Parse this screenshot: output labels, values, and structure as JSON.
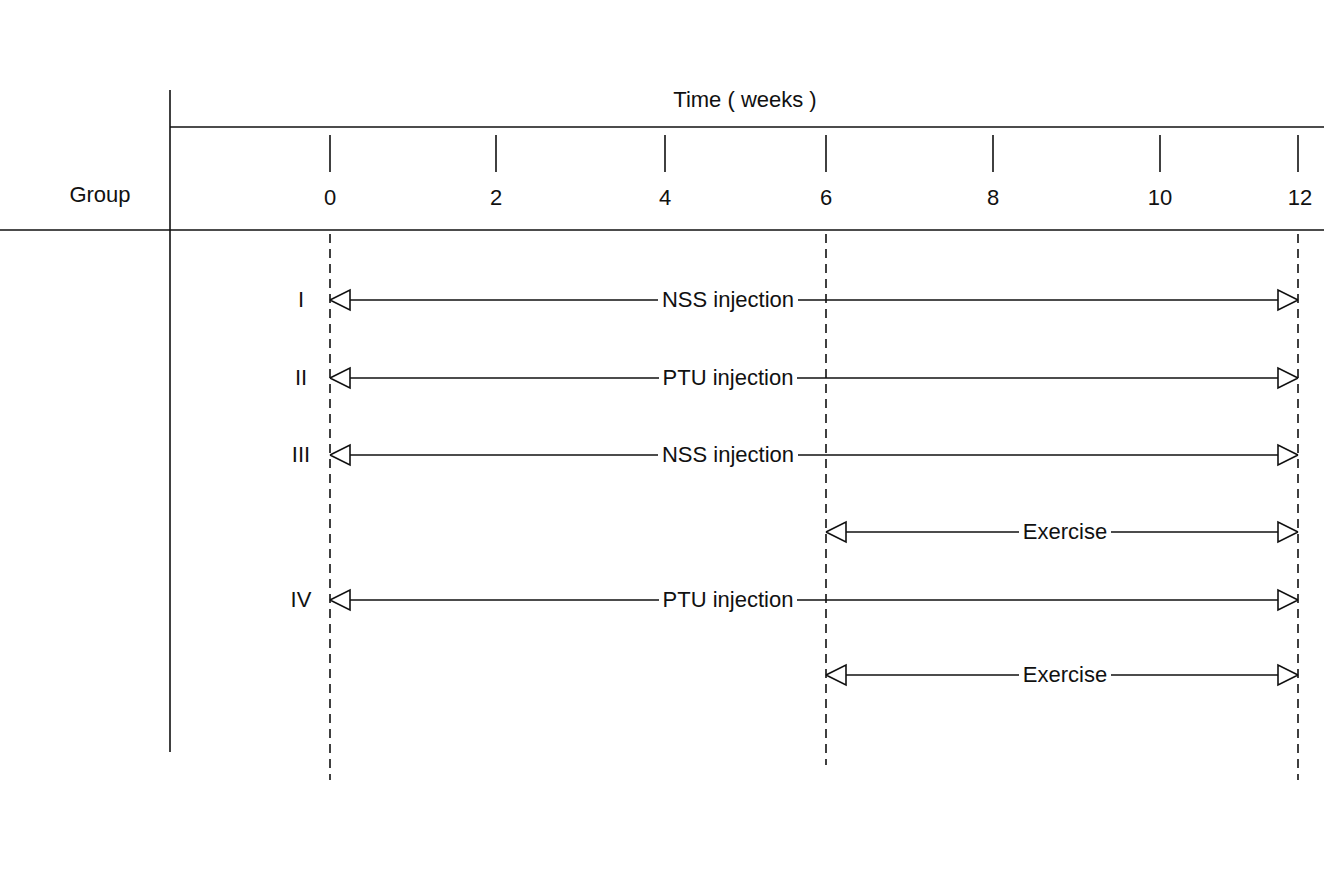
{
  "diagram": {
    "labels": [
      "Time ( weeks )",
      "Group",
      "0",
      "2",
      "4",
      "6",
      "8",
      "10",
      "12",
      "I",
      "II",
      "III",
      "IV",
      "NSS injection",
      "PTU injection",
      "NSS injection",
      "Exercise",
      "PTU injection",
      "Exercise"
    ]
  }
}
